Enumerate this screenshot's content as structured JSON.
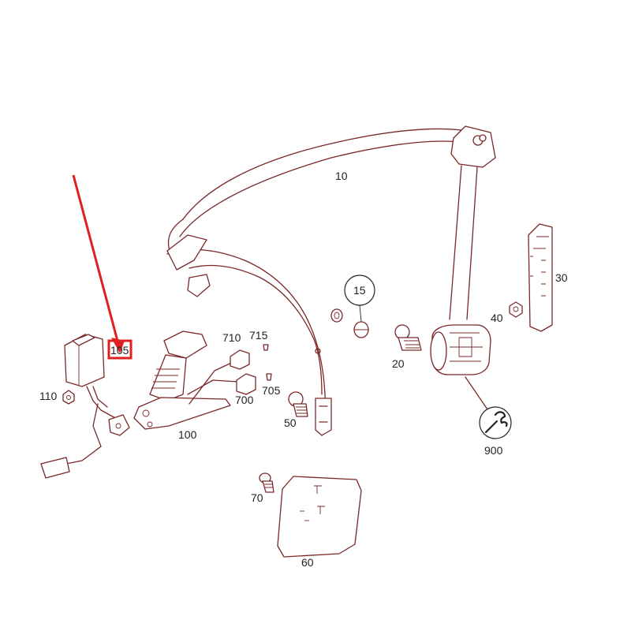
{
  "colors": {
    "line": "#7a2828",
    "highlight": "#e02020",
    "text": "#222222"
  },
  "labels": {
    "p10": "10",
    "p15": "15",
    "p20": "20",
    "p30": "30",
    "p40": "40",
    "p50": "50",
    "p60": "60",
    "p70": "70",
    "p100": "100",
    "p105": "105",
    "p110": "110",
    "p700": "700",
    "p705": "705",
    "p710": "710",
    "p715": "715",
    "p900": "900"
  }
}
